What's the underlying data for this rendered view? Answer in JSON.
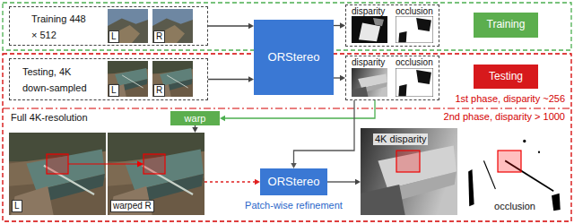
{
  "diagram": {
    "nodes": [
      {
        "text": [
          "Training 448 × 512"
        ]
      },
      {
        "text": [
          "ORStereo"
        ]
      },
      {
        "text": [
          "disparity",
          "occlusion"
        ]
      },
      {
        "text": [
          "Training"
        ]
      },
      {
        "text": [
          "Testing, 4K down-sampled"
        ]
      },
      {
        "text": [
          "disparity",
          "occlusion"
        ]
      },
      {
        "text": [
          "Testing"
        ]
      },
      {
        "text": [
          "warp"
        ]
      },
      {
        "text": [
          "L"
        ]
      },
      {
        "text": [
          "warped R"
        ]
      },
      {
        "text": [
          "ORStereo",
          "Patch-wise refinement"
        ]
      },
      {
        "text": [
          "4K disparity"
        ]
      },
      {
        "text": [
          "occlusion"
        ]
      }
    ],
    "edges": [
      {
        "from": 0,
        "to": 1,
        "arrow": "to"
      },
      {
        "from": 1,
        "to": 2,
        "arrow": "to"
      },
      {
        "from": 4,
        "to": 1,
        "arrow": "to"
      },
      {
        "from": 1,
        "to": 5,
        "arrow": "to"
      },
      {
        "from": 5,
        "to": 7,
        "arrow": "to"
      },
      {
        "from": 5,
        "to": 10,
        "arrow": "to"
      },
      {
        "from": 7,
        "to": 9,
        "arrow": "to"
      },
      {
        "from": 9,
        "to": 10,
        "arrow": "to"
      },
      {
        "from": 10,
        "to": 11,
        "arrow": "to"
      }
    ],
    "labels": [
      "L",
      "R",
      "L",
      "R",
      "Full 4K-resolution",
      "1st phase, disparity ~256",
      "2nd phase, disparity > 1000"
    ]
  }
}
